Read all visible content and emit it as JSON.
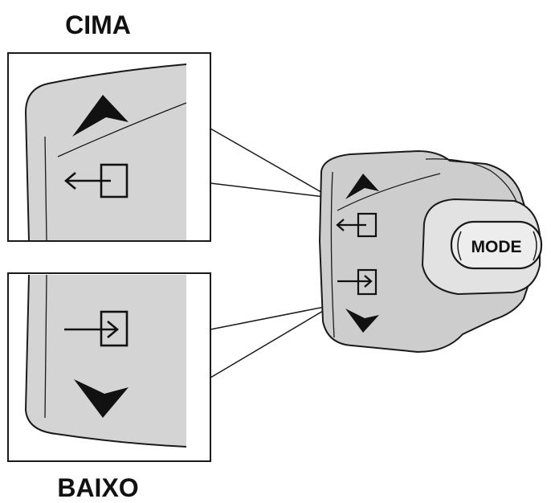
{
  "labels": {
    "up": "CIMA",
    "down": "BAIXO",
    "mode_button": "MODE"
  },
  "icons": {
    "up_arrow": "chevron-up-icon",
    "down_arrow": "chevron-down-icon",
    "exit": "exit-box-icon",
    "enter": "enter-box-icon"
  },
  "colors": {
    "housing_fill": "#cdcdcd",
    "inset_fill": "#d4d4d4",
    "outline": "#1a1a1a",
    "button_fill": "#ededed"
  }
}
